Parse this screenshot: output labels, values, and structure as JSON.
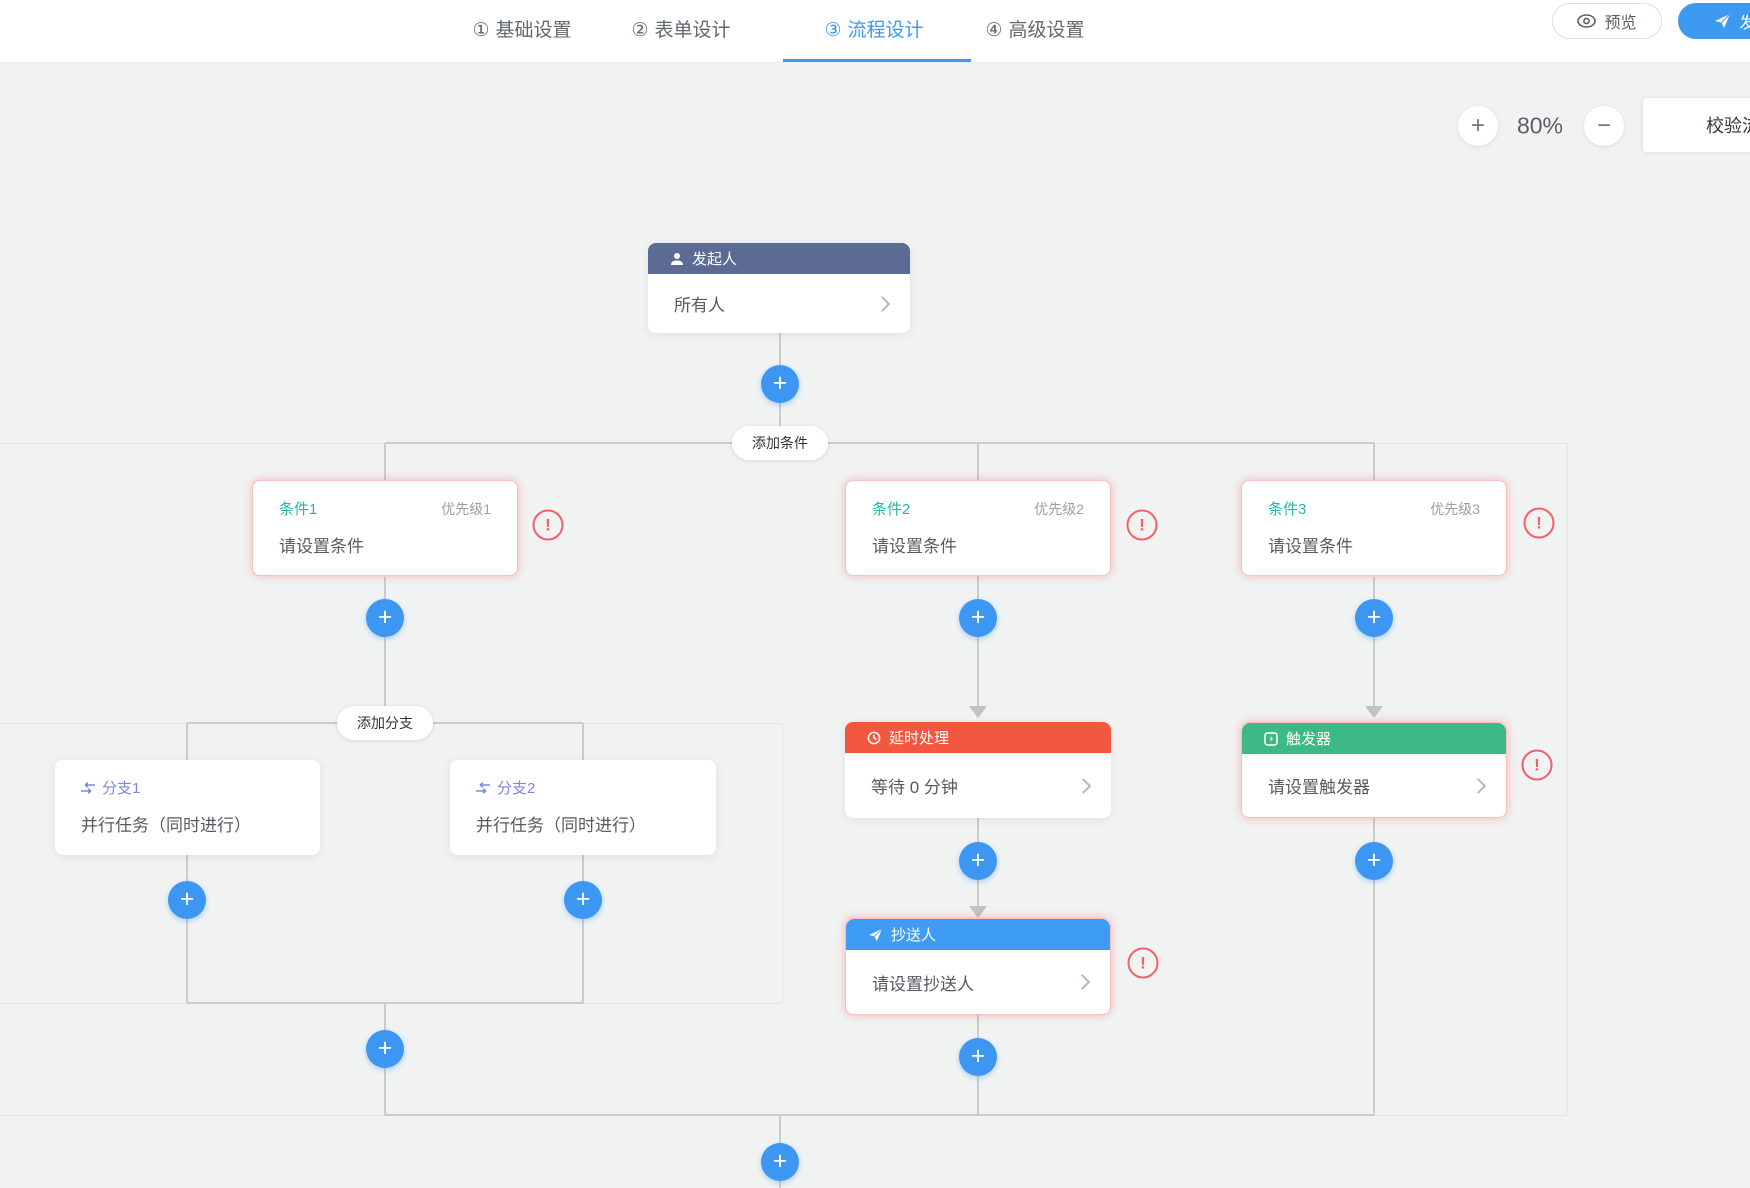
{
  "header": {
    "tabs": [
      {
        "num": "①",
        "label": "基础设置"
      },
      {
        "num": "②",
        "label": "表单设计"
      },
      {
        "num": "③",
        "label": "流程设计"
      },
      {
        "num": "④",
        "label": "高级设置"
      }
    ],
    "active_tab": "流程设计",
    "preview_label": "预览",
    "publish_label": "发布"
  },
  "toolbar": {
    "zoom_in_label": "+",
    "zoom_out_label": "−",
    "zoom_level": "80%",
    "validate_label": "校验流程"
  },
  "flow": {
    "plus_label": "+",
    "warning_label": "!",
    "start_node": {
      "title": "发起人",
      "value": "所有人"
    },
    "add_condition_label": "添加条件",
    "add_branch_label": "添加分支",
    "conditions": [
      {
        "title": "条件1",
        "priority": "优先级1",
        "value": "请设置条件"
      },
      {
        "title": "条件2",
        "priority": "优先级2",
        "value": "请设置条件"
      },
      {
        "title": "条件3",
        "priority": "优先级3",
        "value": "请设置条件"
      }
    ],
    "branches": [
      {
        "title": "分支1",
        "value": "并行任务（同时进行）"
      },
      {
        "title": "分支2",
        "value": "并行任务（同时进行）"
      }
    ],
    "delay_node": {
      "title": "延时处理",
      "value": "等待 0 分钟"
    },
    "trigger_node": {
      "title": "触发器",
      "value": "请设置触发器"
    },
    "cc_node": {
      "title": "抄送人",
      "value": "请设置抄送人"
    }
  },
  "colors": {
    "accent_blue": "#3d9af0",
    "plus_blue": "#3d97f2",
    "start_header": "#5b6b94",
    "delay_header": "#f2573f",
    "trigger_header": "#3db983",
    "cc_header": "#3f9cf5",
    "condition_title": "#26b6a5",
    "branch_title": "#7b87e8",
    "warning_red": "#f2606a",
    "canvas_bg": "#f1f3f3"
  }
}
